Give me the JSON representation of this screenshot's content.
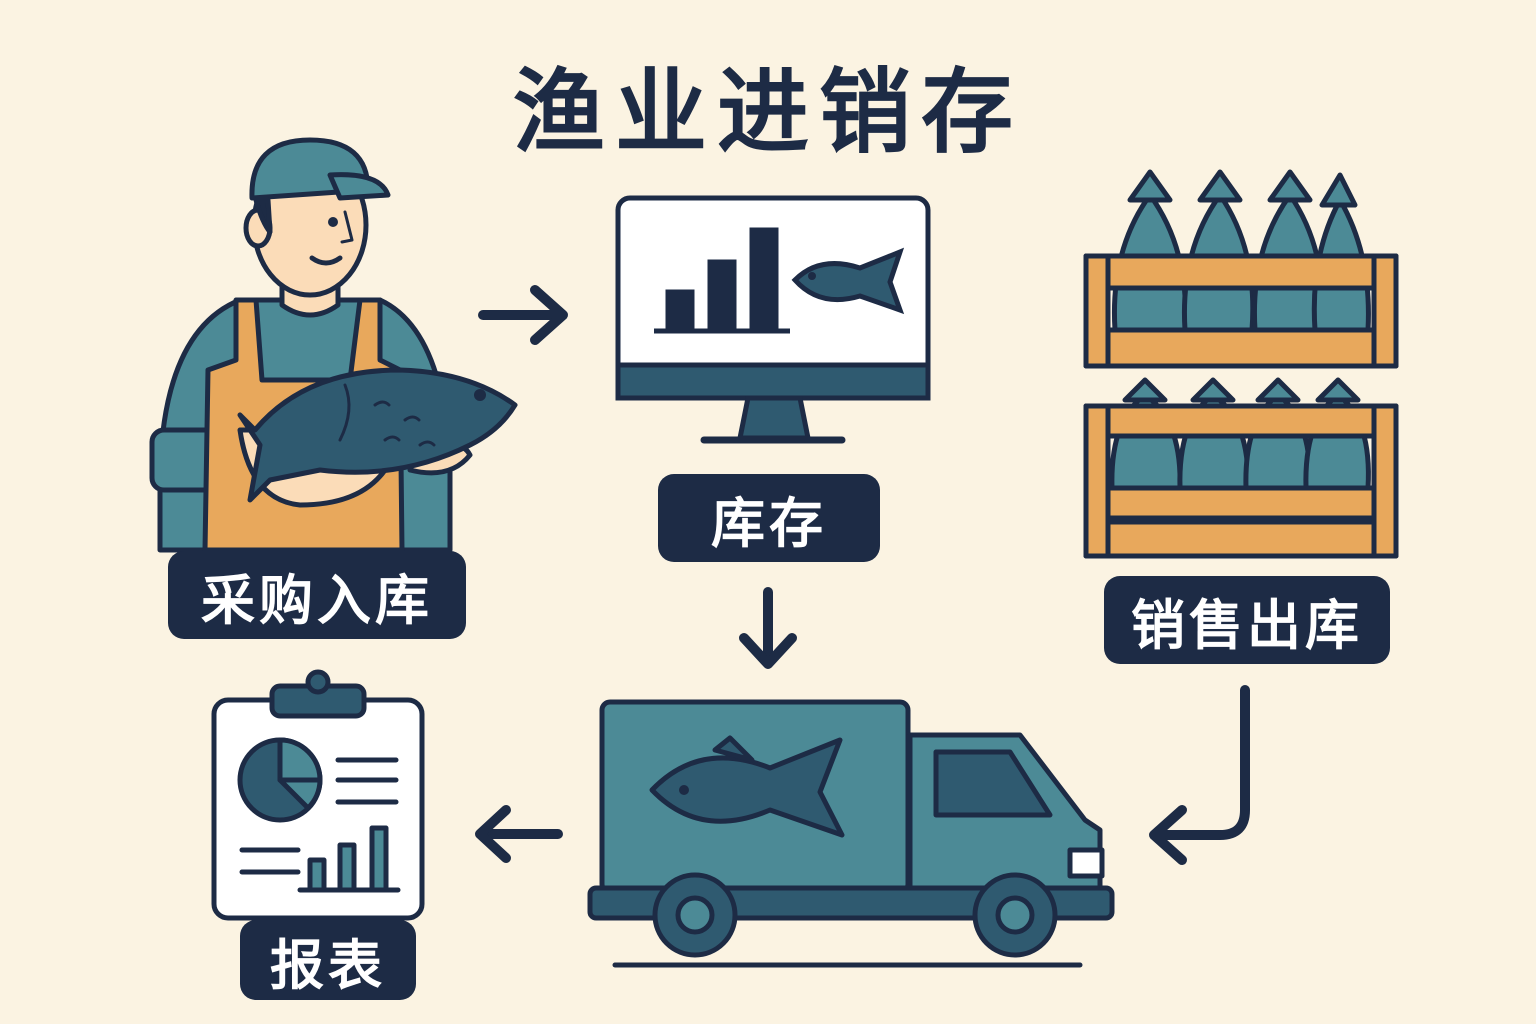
{
  "title": "渔业进销存",
  "steps": {
    "purchase": "采购入库",
    "stock": "库存",
    "sales": "销售出库",
    "report": "报表"
  },
  "colors": {
    "background": "#fbf3e2",
    "navy": "#1d2b45",
    "teal": "#4c8a96",
    "teal_dark": "#2f5a70",
    "orange": "#e8a85c",
    "skin": "#fbdcb8"
  },
  "icons": [
    "fisherman-icon",
    "monitor-icon",
    "fish-crate-icon",
    "truck-icon",
    "clipboard-report-icon",
    "arrow-icon"
  ]
}
